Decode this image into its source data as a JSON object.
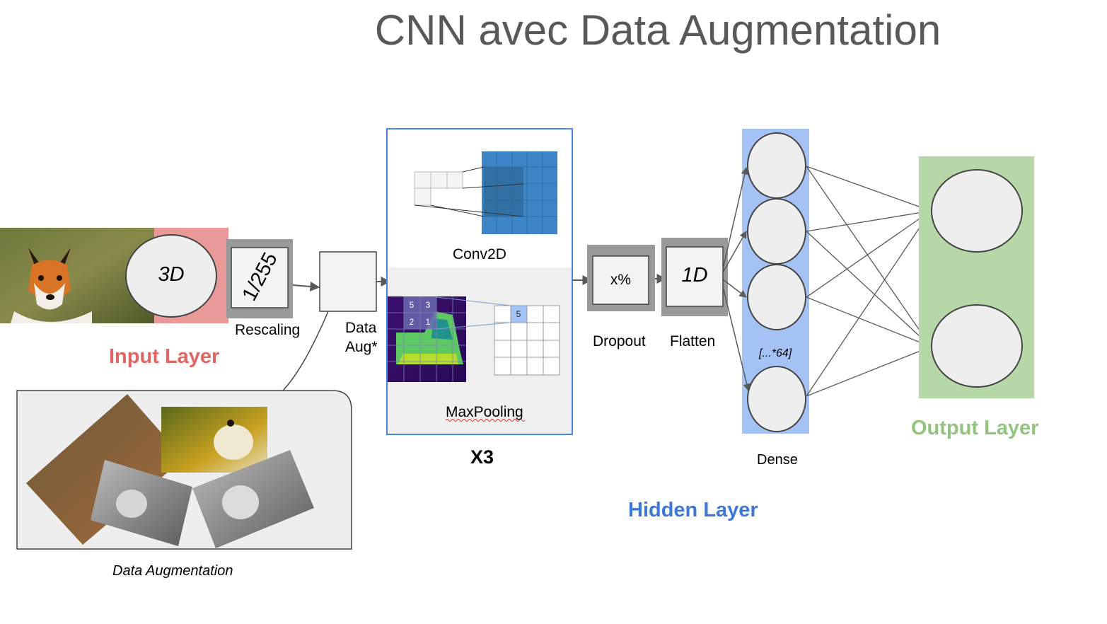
{
  "title": "CNN avec Data Augmentation",
  "input": {
    "shape_label": "3D",
    "layer_label": "Input Layer",
    "layer_color": "#e06666",
    "band_color": "#ea9999"
  },
  "rescaling": {
    "box_text": "1/255",
    "label": "Rescaling"
  },
  "data_aug": {
    "short_label_line1": "Data",
    "short_label_line2": "Aug*",
    "caption": "Data Augmentation"
  },
  "conv_block": {
    "conv_label": "Conv2D",
    "pool_label": "MaxPooling",
    "repeat_label": "X3",
    "pool_grid_values": [
      "5",
      "3",
      "2",
      "1"
    ],
    "pool_output_value": "5",
    "border_color": "#4a86e8",
    "conv_color": "#3d85c6"
  },
  "dropout": {
    "box_text": "x%",
    "label": "Dropout"
  },
  "flatten": {
    "box_text": "1D",
    "label": "Flatten"
  },
  "hidden": {
    "dense_label": "Dense",
    "neuron_note": "[...*64]",
    "layer_label": "Hidden Layer",
    "layer_color": "#3c78d8",
    "band_color": "#a4c2f4"
  },
  "output": {
    "layer_label": "Output Layer",
    "layer_color": "#93c47d",
    "band_color": "#b6d7a8"
  }
}
